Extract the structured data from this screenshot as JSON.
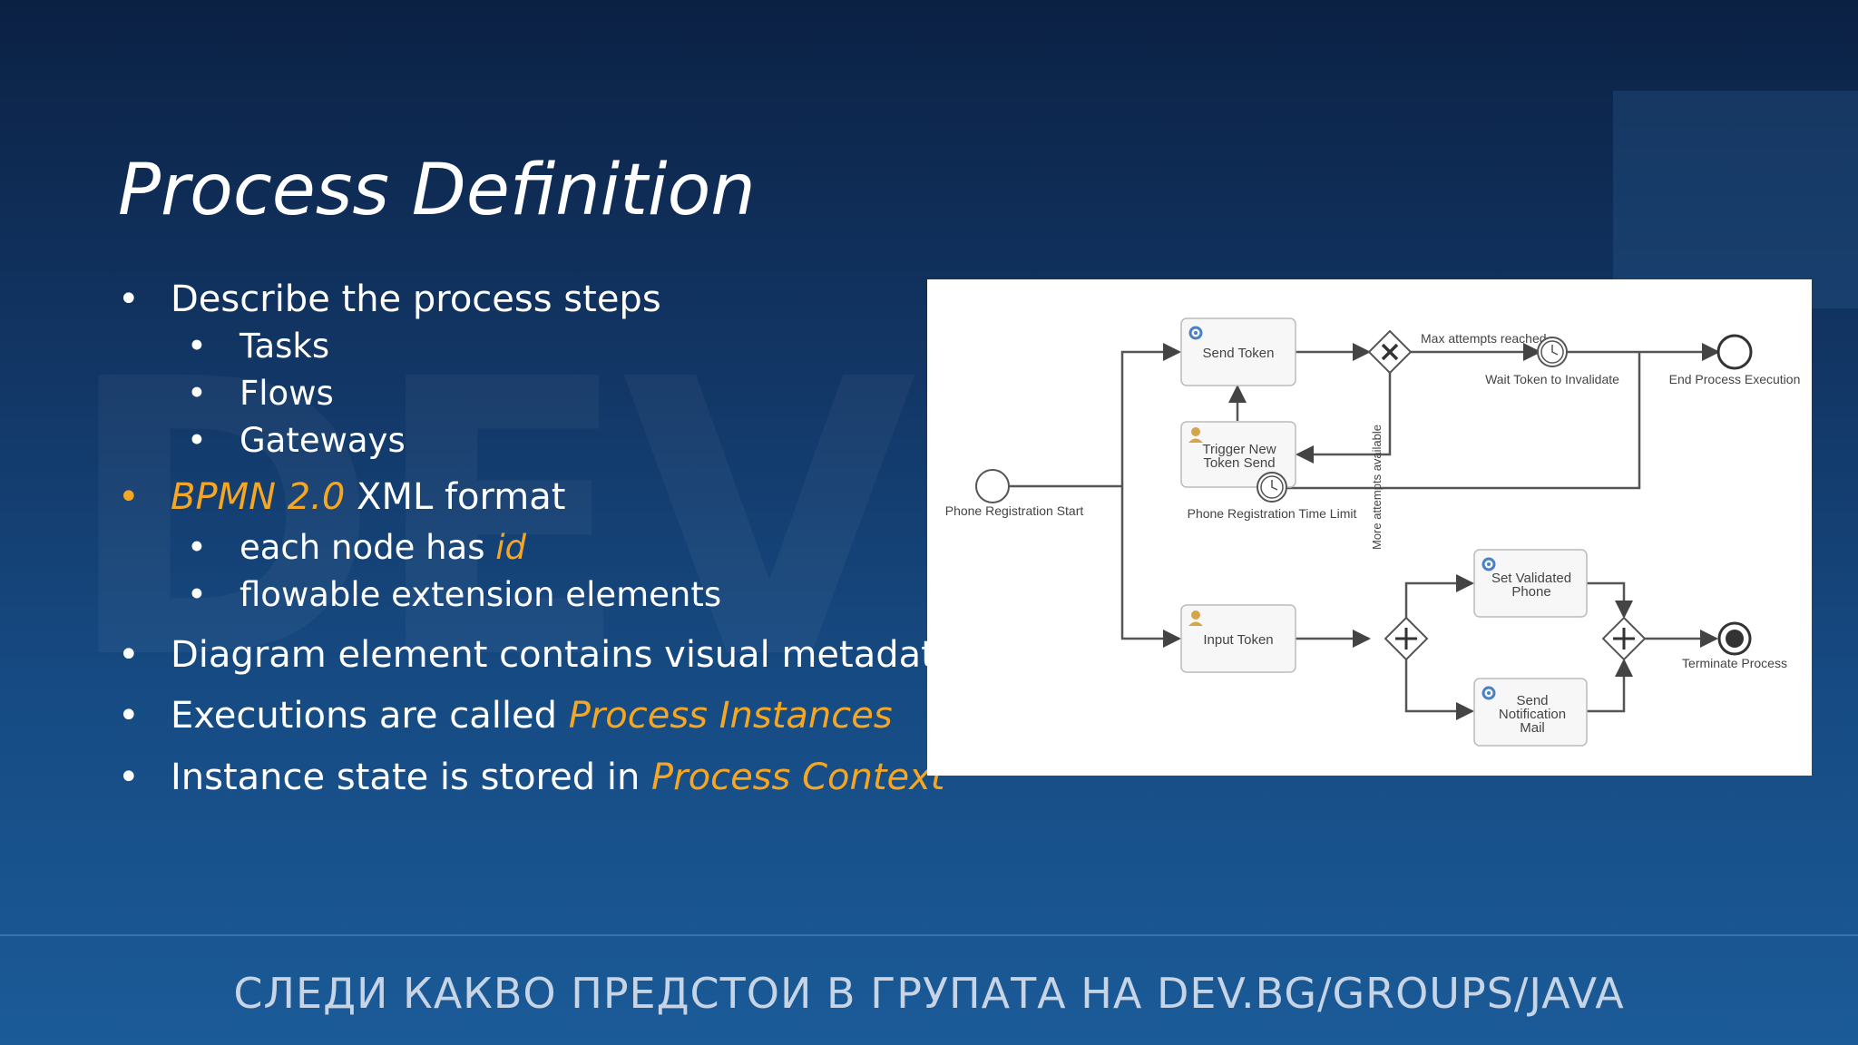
{
  "slide": {
    "title": "Process Definition"
  },
  "bullets": {
    "b1": "Describe the process steps",
    "b1_sub": [
      "Tasks",
      "Flows",
      "Gateways"
    ],
    "b2_highlight": "BPMN 2.0",
    "b2_rest": " XML format",
    "b2_sub1_prefix": "each node has ",
    "b2_sub1_highlight": "id",
    "b2_sub2": "flowable extension elements",
    "b3": "Diagram element contains visual metadata",
    "b4_prefix": "Executions are called ",
    "b4_highlight": "Process Instances",
    "b5_prefix": "Instance state is stored in ",
    "b5_highlight": "Process Context"
  },
  "diagram": {
    "start_label": "Phone Registration Start",
    "send_token": "Send Token",
    "trigger_line1": "Trigger New",
    "trigger_line2": "Token Send",
    "time_limit_label": "Phone Registration Time Limit",
    "max_attempts_label": "Max attempts reached",
    "wait_token_label": "Wait Token to Invalidate",
    "end_label": "End Process Execution",
    "more_attempts_label": "More attempts available",
    "input_token": "Input Token",
    "set_validated_line1": "Set Validated",
    "set_validated_line2": "Phone",
    "send_notif_line1": "Send",
    "send_notif_line2": "Notification",
    "send_notif_line3": "Mail",
    "terminate_label": "Terminate Process"
  },
  "footer": {
    "text": "СЛЕДИ КАКВО ПРЕДСТОИ В ГРУПАТА НА DEV.BG/GROUPS/JAVA"
  },
  "colors": {
    "accent": "#f5a623",
    "background": "#123665"
  }
}
